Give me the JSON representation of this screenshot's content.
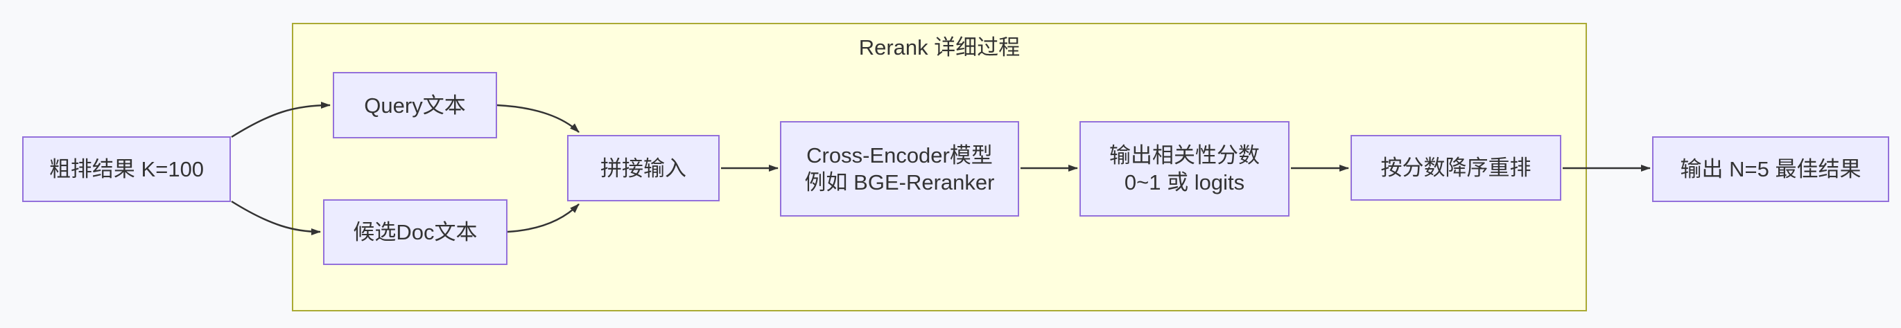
{
  "diagram": {
    "type": "flowchart",
    "direction": "left-to-right",
    "cluster": {
      "title": "Rerank 详细过程"
    },
    "nodes": [
      {
        "id": "A",
        "lines": [
          "粗排结果 K=100"
        ],
        "in_cluster": false
      },
      {
        "id": "B",
        "lines": [
          "Query文本"
        ],
        "in_cluster": true
      },
      {
        "id": "C",
        "lines": [
          "候选Doc文本"
        ],
        "in_cluster": true
      },
      {
        "id": "D",
        "lines": [
          "拼接输入"
        ],
        "in_cluster": true
      },
      {
        "id": "E",
        "lines": [
          "Cross-Encoder模型",
          "例如 BGE-Reranker"
        ],
        "in_cluster": true
      },
      {
        "id": "F",
        "lines": [
          "输出相关性分数",
          "0~1 或 logits"
        ],
        "in_cluster": true
      },
      {
        "id": "G",
        "lines": [
          "按分数降序重排"
        ],
        "in_cluster": true
      },
      {
        "id": "H",
        "lines": [
          "输出 N=5 最佳结果"
        ],
        "in_cluster": false
      }
    ],
    "edges": [
      {
        "from": "A",
        "to": "B"
      },
      {
        "from": "A",
        "to": "C"
      },
      {
        "from": "B",
        "to": "D"
      },
      {
        "from": "C",
        "to": "D"
      },
      {
        "from": "D",
        "to": "E"
      },
      {
        "from": "E",
        "to": "F"
      },
      {
        "from": "F",
        "to": "G"
      },
      {
        "from": "G",
        "to": "H"
      }
    ],
    "colors": {
      "background": "#F8F9FB",
      "node_fill": "#ECECFF",
      "node_border": "#9370DB",
      "cluster_fill": "#FFFFDE",
      "cluster_border": "#AAAA33",
      "edge": "#333333",
      "text": "#333333"
    }
  }
}
